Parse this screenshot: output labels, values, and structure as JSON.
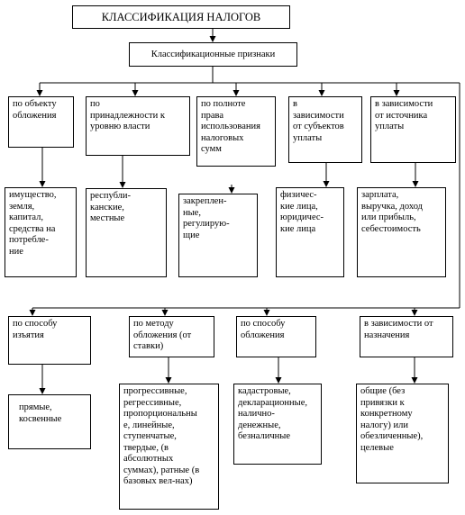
{
  "title": "КЛАССИФИКАЦИЯ НАЛОГОВ",
  "criteria": "Классификационные  признаки",
  "row1": {
    "headers": [
      "по объекту\nобложения",
      "по\nпринадлежности  к\nуровню власти",
      "по полноте\nправа\nиспользования\nналоговых\nсумм",
      "в\nзависимости\nот субъектов\nуплаты",
      "в зависимости\nот источника\nуплаты"
    ],
    "values": [
      "имущество,\nземля,\nкапитал,\nсредства на\nпотребле-\nние",
      "республи-\nканские,\nместные",
      "закреплен-\nные,\nрегулирую-\nщие",
      "физичес-\nкие лица,\nюридичес-\nкие лица",
      "зарплата,\nвыручка, доход\nили прибыль,\nсебестоимость"
    ]
  },
  "row2": {
    "headers": [
      "по способу\nизъятия",
      "по методу\nобложения (от\nставки)",
      "по способу\nобложения",
      "в зависимости от\nназначения"
    ],
    "values": [
      "прямые,\nкосвенные",
      "прогрессивные,\nрегрессивные,\nпропорциональны\nе, линейные,\nступенчатые,\nтвердые,   (в\nабсолютных\nсуммах), ратные (в\nбазовых вел-нах)",
      "кадастровые,\nдекларационные,\nналично-\nденежные,\nбезналичные",
      "общие (без\nпривязки к\nконкретному\nналогу) или\nобезличенные),\nцелевые"
    ]
  }
}
